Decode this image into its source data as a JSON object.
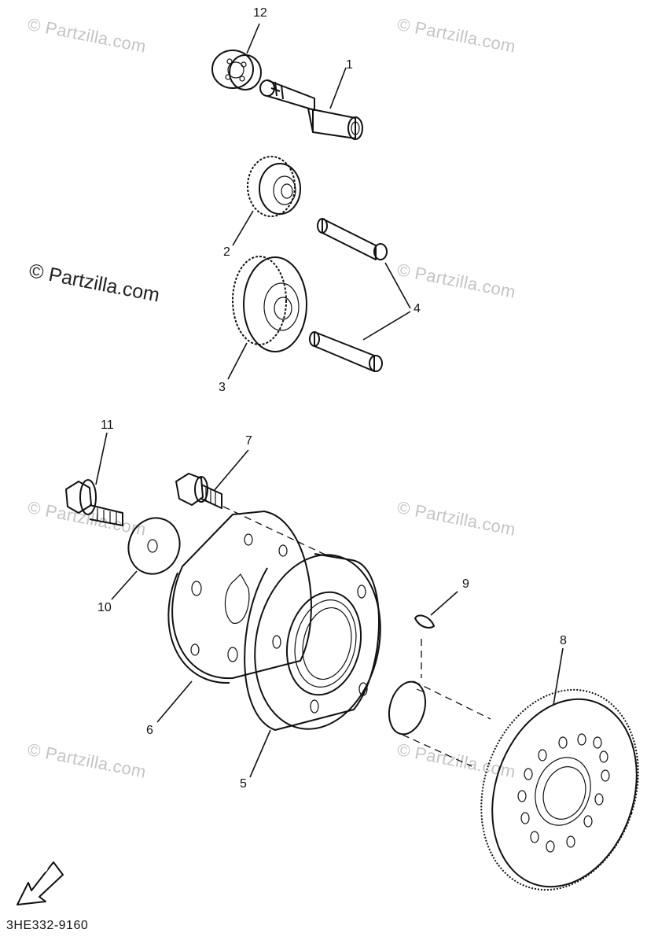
{
  "watermarks": {
    "main": "© Partzilla.com",
    "faint": "© Partzilla.com"
  },
  "callouts": [
    "1",
    "2",
    "3",
    "4",
    "5",
    "6",
    "7",
    "8",
    "9",
    "10",
    "11",
    "12"
  ],
  "fwd_label": "FWD",
  "diagram_code": "3HE332-9160",
  "parts": [
    {
      "ref": "1",
      "icon": "shaft-icon"
    },
    {
      "ref": "2",
      "icon": "gear-icon"
    },
    {
      "ref": "3",
      "icon": "gear-icon"
    },
    {
      "ref": "4",
      "icon": "pin-icon"
    },
    {
      "ref": "5",
      "icon": "clutch-housing-icon"
    },
    {
      "ref": "6",
      "icon": "plate-icon"
    },
    {
      "ref": "7",
      "icon": "bolt-icon"
    },
    {
      "ref": "8",
      "icon": "ring-gear-icon"
    },
    {
      "ref": "9",
      "icon": "key-icon"
    },
    {
      "ref": "10",
      "icon": "washer-icon"
    },
    {
      "ref": "11",
      "icon": "bolt-icon"
    },
    {
      "ref": "12",
      "icon": "bearing-icon"
    }
  ],
  "colors": {
    "ink": "#111111",
    "watermark": "#c4c4c4",
    "background": "#ffffff"
  }
}
